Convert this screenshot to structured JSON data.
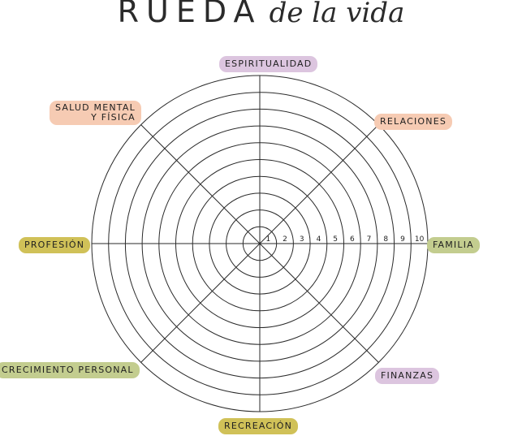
{
  "title": {
    "main": "RUEDA",
    "script": "de la vida"
  },
  "wheel": {
    "rings": 10,
    "ring_labels": [
      "1",
      "2",
      "3",
      "4",
      "5",
      "6",
      "7",
      "8",
      "9",
      "10"
    ]
  },
  "categories": {
    "espiritualidad": "ESPIRITUALIDAD",
    "relaciones": "RELACIONES",
    "familia": "FAMILIA",
    "finanzas": "FINANZAS",
    "recreacion": "RECREACIÓN",
    "crecimiento": "CRECIMIENTO PERSONAL",
    "profesion": "PROFESIÓN",
    "salud_line1": "SALUD MENTAL",
    "salud_line2": "Y FÍSICA"
  },
  "colors": {
    "purple": "#dcc5df",
    "peach": "#f6cbb3",
    "mustard": "#d0c158",
    "sage": "#c3cd8f",
    "line": "#2a2a2a"
  }
}
